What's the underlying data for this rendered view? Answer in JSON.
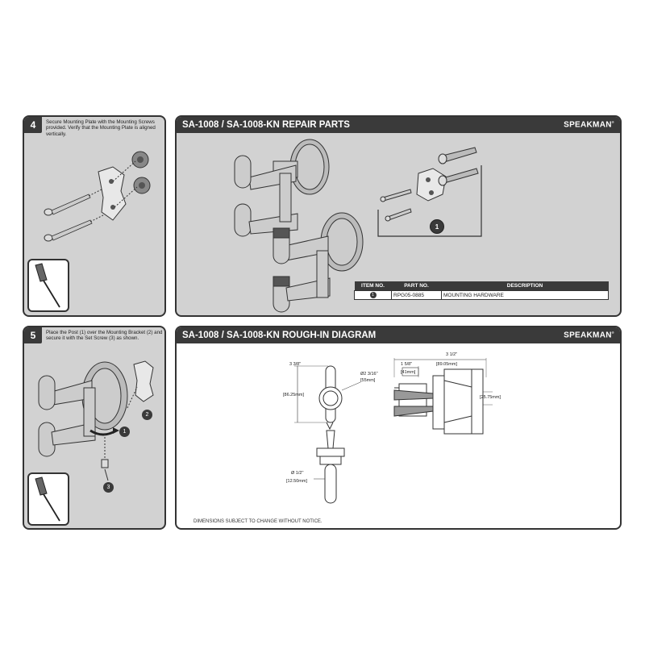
{
  "step4": {
    "number": "4",
    "text": "Secure Mounting Plate with the Mounting Screws provided. Verify that the Mounting Plate is aligned vertically."
  },
  "step5": {
    "number": "5",
    "text": "Place the Post (1) over the Mounting Bracket (2) and secure it with the Set Screw (3) as shown.",
    "callouts": [
      "1",
      "2",
      "3"
    ]
  },
  "repair_parts": {
    "title": "SA-1008 / SA-1008-KN REPAIR PARTS",
    "logo": "SPEAKMAN",
    "callout": "1",
    "table": {
      "headers": [
        "ITEM NO.",
        "PART NO.",
        "DESCRIPTION"
      ],
      "rows": [
        {
          "item": "1",
          "part_no": "RPG05-0885",
          "description": "MOUNTING HARDWARE"
        }
      ]
    }
  },
  "rough_in": {
    "title": "SA-1008 / SA-1008-KN ROUGH-IN DIAGRAM",
    "logo": "SPEAKMAN",
    "dimensions": {
      "height_frac": "3 3/8\"",
      "height_mm": "[86.25mm]",
      "dia_frac": "Ø2 3/16\"",
      "dia_mm": "[55mm]",
      "post_dia_frac": "Ø 1/2\"",
      "post_dia_mm": "[12.50mm]",
      "depth_frac": "1 5/8\"",
      "depth_mm": "[41mm]",
      "width_frac": "3 1/2\"",
      "width_mm": "[89.05mm]",
      "side_mm": "[25.75mm]"
    },
    "note": "DIMENSIONS SUBJECT TO CHANGE WITHOUT NOTICE."
  }
}
